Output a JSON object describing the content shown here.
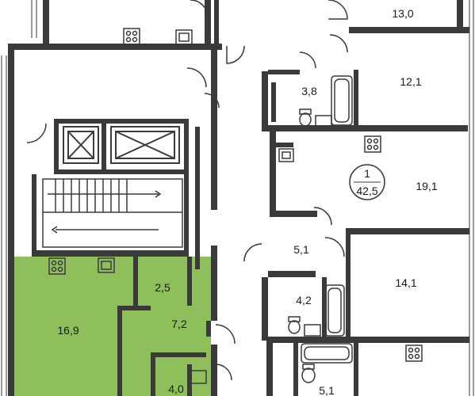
{
  "plan": {
    "highlight_color": "#8fbf5a",
    "wall_color": "#3a3a3a",
    "background_color": "#ffffff",
    "rooms": [
      {
        "id": "room-13-0",
        "label": "13,0"
      },
      {
        "id": "room-12-1",
        "label": "12,1"
      },
      {
        "id": "room-3-8",
        "label": "3,8"
      },
      {
        "id": "room-19-1",
        "label": "19,1"
      },
      {
        "id": "room-5-1-a",
        "label": "5,1"
      },
      {
        "id": "room-14-1",
        "label": "14,1"
      },
      {
        "id": "room-4-2",
        "label": "4,2"
      },
      {
        "id": "room-16-9",
        "label": "16,9"
      },
      {
        "id": "room-2-5",
        "label": "2,5"
      },
      {
        "id": "room-7-2",
        "label": "7,2"
      },
      {
        "id": "room-4-0",
        "label": "4,0"
      },
      {
        "id": "room-5-1-b",
        "label": "5,1"
      }
    ],
    "unit_badge": {
      "number": "1",
      "area": "42,5"
    },
    "icons": [
      "stove-icon",
      "sink-icon",
      "toilet-icon",
      "bathtub-icon",
      "elevator-icon",
      "stairs-icon",
      "door-swing-icon"
    ]
  }
}
